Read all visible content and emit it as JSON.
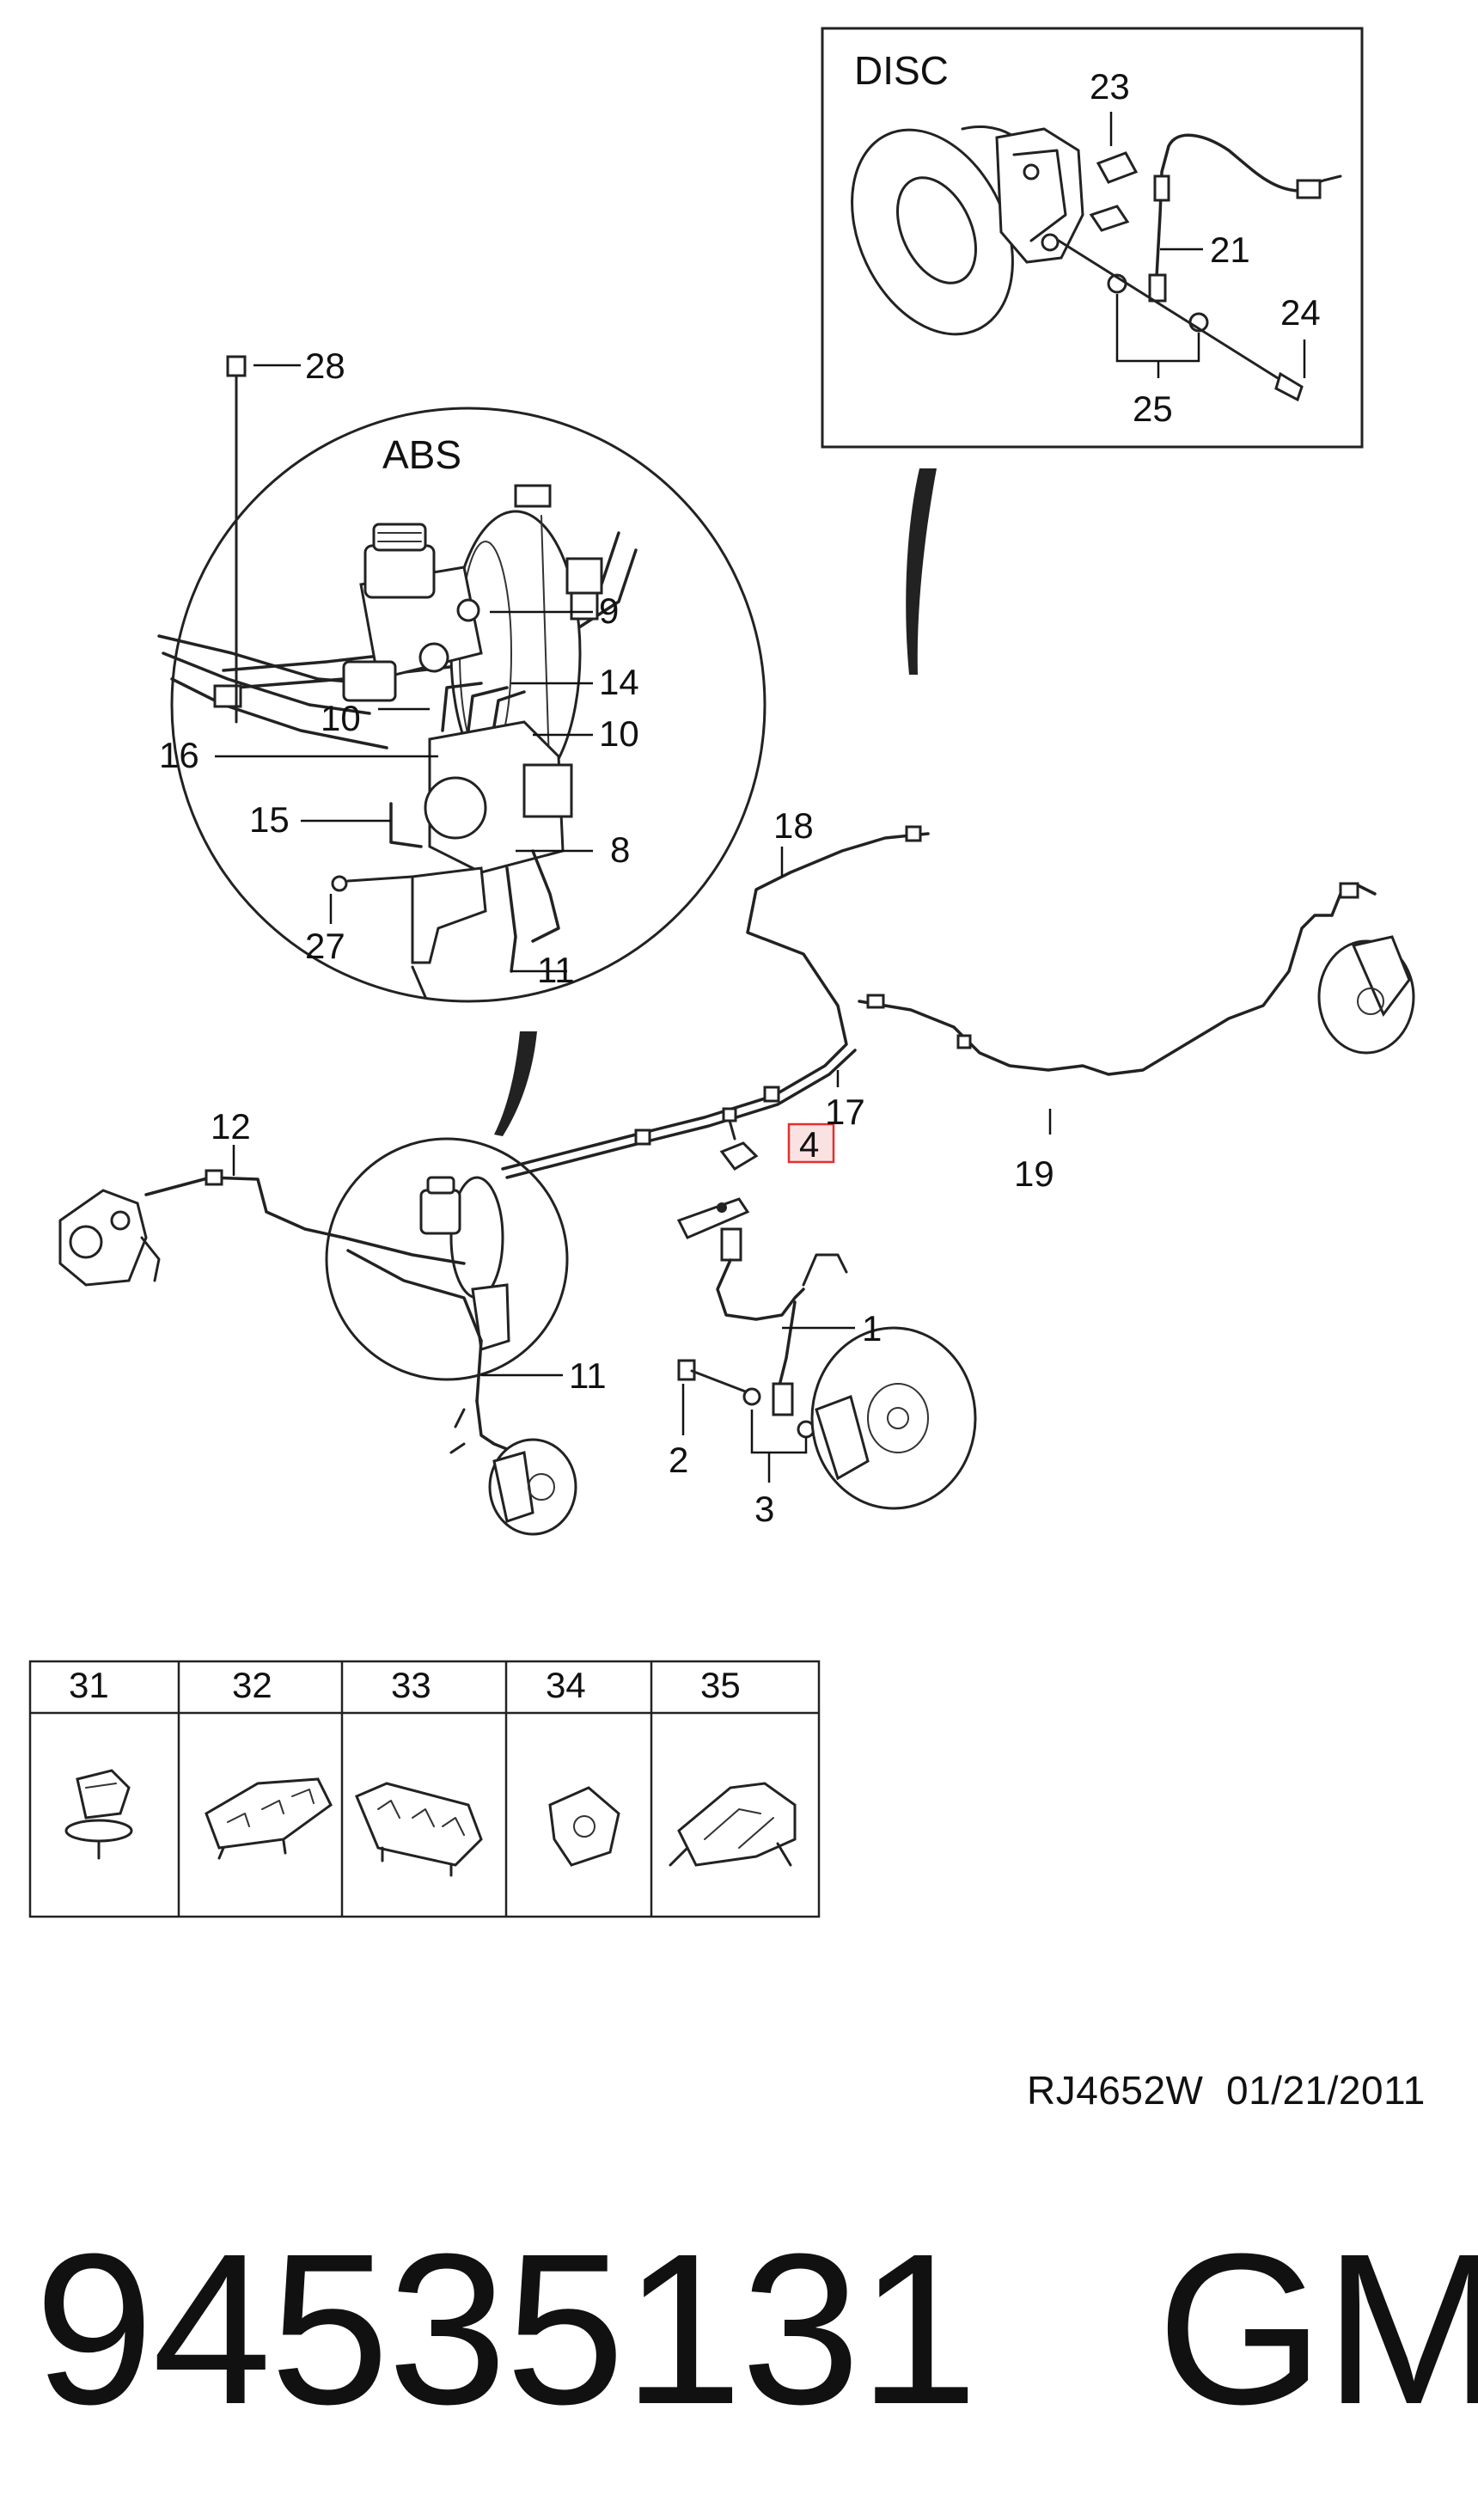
{
  "sections": {
    "abs_label": "ABS",
    "disc_label": "DISC"
  },
  "callouts": {
    "c1": "1",
    "c2": "2",
    "c3": "3",
    "c4": "4",
    "c8": "8",
    "c9": "9",
    "c10a": "10",
    "c10b": "10",
    "c11a": "11",
    "c11b": "11",
    "c12": "12",
    "c14": "14",
    "c15": "15",
    "c16": "16",
    "c17": "17",
    "c18": "18",
    "c19": "19",
    "c21": "21",
    "c23": "23",
    "c24": "24",
    "c25": "25",
    "c27": "27",
    "c28": "28"
  },
  "highlight_color": "#e03030",
  "clip_table": {
    "headers": [
      "31",
      "32",
      "33",
      "34",
      "35"
    ]
  },
  "reference": {
    "code": "RJ4652W",
    "date": "01/21/2011"
  },
  "part": {
    "number": "94535131",
    "brand": "GM"
  }
}
